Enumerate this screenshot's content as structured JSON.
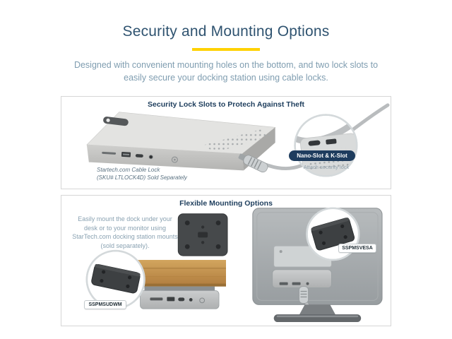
{
  "page": {
    "title": "Security and Mounting Options",
    "subtitle": "Designed with convenient mounting holes on the bottom, and two lock slots to easily secure your docking station using cable locks."
  },
  "security": {
    "header": "Security Lock Slots to Protech Against Theft",
    "caption_line1": "Startech.com Cable Lock",
    "caption_line2": "(SKU# LTLOCK4D) Sold Separately",
    "callout_label": "Nano-Slot & K-Slot",
    "callout_sub": "Attach security lock"
  },
  "mounting": {
    "header": "Flexible Mounting Options",
    "description": "Easily mount the dock under your desk or to your monitor using StarTech.com docking station mounts (sold separately).",
    "vesa_label": "SSPMSVESA",
    "udwm_label": "SSPMSUDWM"
  },
  "colors": {
    "accent_yellow": "#ffd100",
    "heading_blue": "#2f5370",
    "body_blue_gray": "#7f9db0",
    "panel_header_navy": "#1d3d5c",
    "callout_pill_navy": "#1e3c5e",
    "panel_border_gray": "#d6d6d6"
  }
}
